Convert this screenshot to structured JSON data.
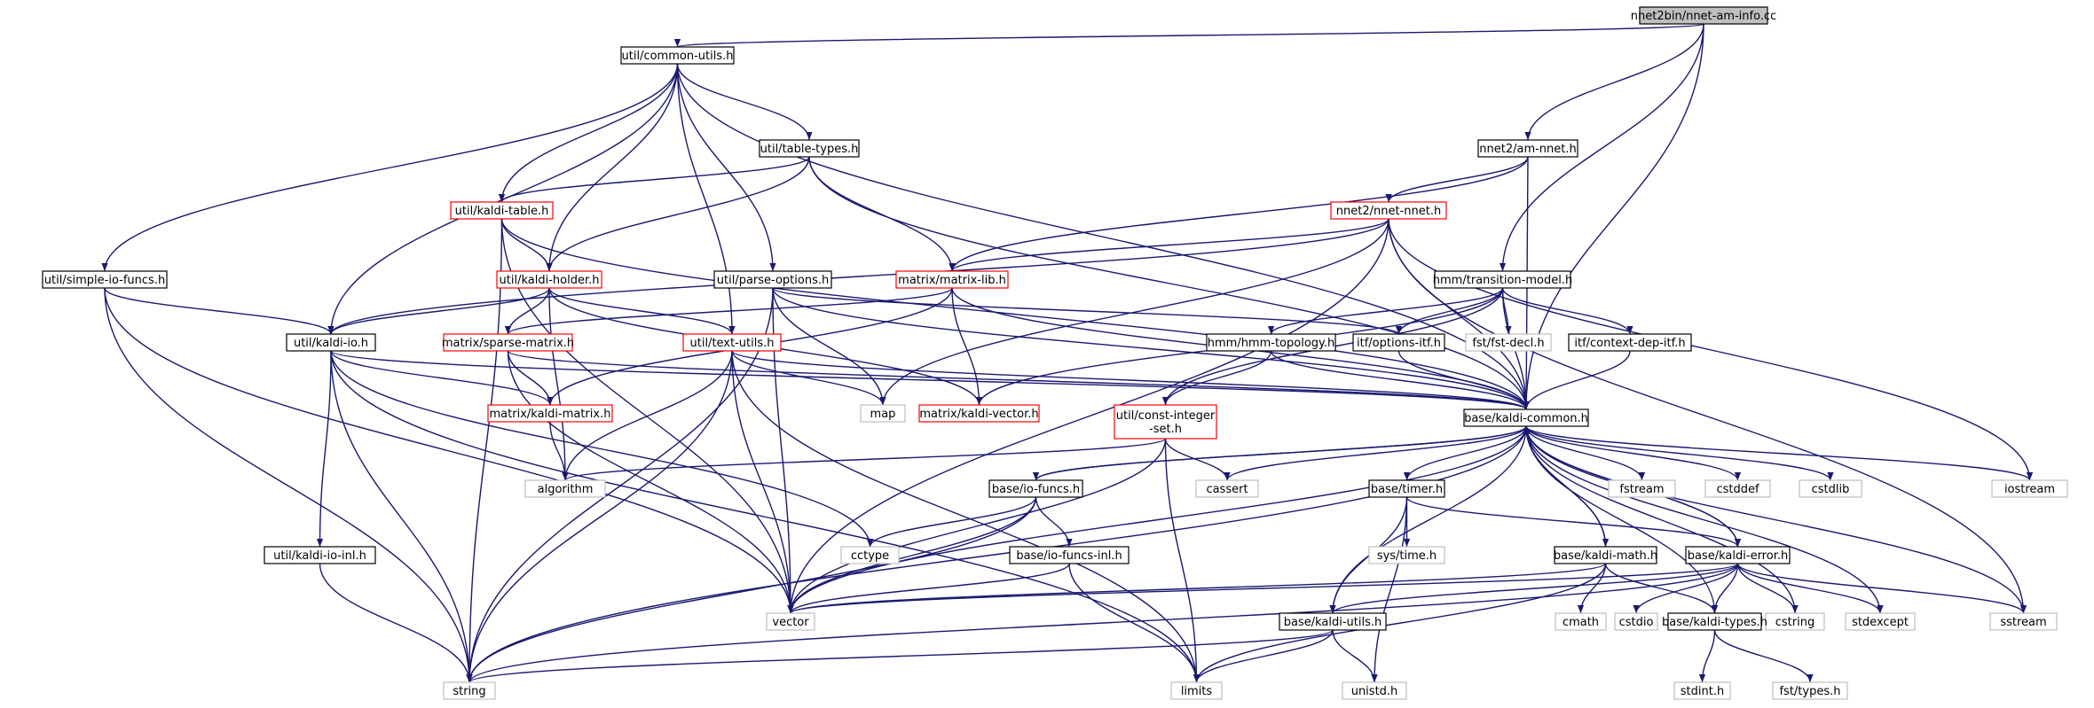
{
  "colors": {
    "edge": "#191970",
    "border_normal": "#000000",
    "border_red": "#ff0000",
    "border_system": "#bfbfbf",
    "fill_root": "#bfbfbf",
    "fill": "#ffffff"
  },
  "nodes": [
    {
      "id": "root",
      "label": "nnet2bin/nnet-am-info.cc",
      "kind": "root"
    },
    {
      "id": "common_utils",
      "label": "util/common-utils.h",
      "kind": "normal"
    },
    {
      "id": "table_types",
      "label": "util/table-types.h",
      "kind": "normal"
    },
    {
      "id": "am_nnet",
      "label": "nnet2/am-nnet.h",
      "kind": "normal"
    },
    {
      "id": "kaldi_table",
      "label": "util/kaldi-table.h",
      "kind": "red"
    },
    {
      "id": "nnet_nnet",
      "label": "nnet2/nnet-nnet.h",
      "kind": "red"
    },
    {
      "id": "simple_io",
      "label": "util/simple-io-funcs.h",
      "kind": "normal"
    },
    {
      "id": "kaldi_holder",
      "label": "util/kaldi-holder.h",
      "kind": "red"
    },
    {
      "id": "parse_options",
      "label": "util/parse-options.h",
      "kind": "normal"
    },
    {
      "id": "matrix_lib",
      "label": "matrix/matrix-lib.h",
      "kind": "red"
    },
    {
      "id": "transition_model",
      "label": "hmm/transition-model.h",
      "kind": "normal"
    },
    {
      "id": "kaldi_io",
      "label": "util/kaldi-io.h",
      "kind": "normal"
    },
    {
      "id": "sparse_matrix",
      "label": "matrix/sparse-matrix.h",
      "kind": "red"
    },
    {
      "id": "text_utils",
      "label": "util/text-utils.h",
      "kind": "red"
    },
    {
      "id": "hmm_topology",
      "label": "hmm/hmm-topology.h",
      "kind": "normal"
    },
    {
      "id": "options_itf",
      "label": "itf/options-itf.h",
      "kind": "normal"
    },
    {
      "id": "fst_decl",
      "label": "fst/fst-decl.h",
      "kind": "system"
    },
    {
      "id": "context_dep_itf",
      "label": "itf/context-dep-itf.h",
      "kind": "normal"
    },
    {
      "id": "kaldi_matrix",
      "label": "matrix/kaldi-matrix.h",
      "kind": "red"
    },
    {
      "id": "map",
      "label": "map",
      "kind": "system"
    },
    {
      "id": "kaldi_vector",
      "label": "matrix/kaldi-vector.h",
      "kind": "red"
    },
    {
      "id": "const_integer_set",
      "label": "util/const-integer\n-set.h",
      "kind": "red"
    },
    {
      "id": "kaldi_common",
      "label": "base/kaldi-common.h",
      "kind": "normal"
    },
    {
      "id": "algorithm",
      "label": "algorithm",
      "kind": "system"
    },
    {
      "id": "cassert",
      "label": "cassert",
      "kind": "system"
    },
    {
      "id": "io_funcs",
      "label": "base/io-funcs.h",
      "kind": "normal"
    },
    {
      "id": "timer",
      "label": "base/timer.h",
      "kind": "normal"
    },
    {
      "id": "fstream",
      "label": "fstream",
      "kind": "system"
    },
    {
      "id": "cstddef",
      "label": "cstddef",
      "kind": "system"
    },
    {
      "id": "cstdlib",
      "label": "cstdlib",
      "kind": "system"
    },
    {
      "id": "iostream",
      "label": "iostream",
      "kind": "system"
    },
    {
      "id": "kaldi_io_inl",
      "label": "util/kaldi-io-inl.h",
      "kind": "normal"
    },
    {
      "id": "cctype",
      "label": "cctype",
      "kind": "system"
    },
    {
      "id": "io_funcs_inl",
      "label": "base/io-funcs-inl.h",
      "kind": "normal"
    },
    {
      "id": "sys_time",
      "label": "sys/time.h",
      "kind": "system"
    },
    {
      "id": "kaldi_math",
      "label": "base/kaldi-math.h",
      "kind": "normal"
    },
    {
      "id": "kaldi_error",
      "label": "base/kaldi-error.h",
      "kind": "normal"
    },
    {
      "id": "vector",
      "label": "vector",
      "kind": "system"
    },
    {
      "id": "kaldi_utils",
      "label": "base/kaldi-utils.h",
      "kind": "normal"
    },
    {
      "id": "cmath",
      "label": "cmath",
      "kind": "system"
    },
    {
      "id": "cstdio",
      "label": "cstdio",
      "kind": "system"
    },
    {
      "id": "cstring",
      "label": "cstring",
      "kind": "system"
    },
    {
      "id": "kaldi_types",
      "label": "base/kaldi-types.h",
      "kind": "normal"
    },
    {
      "id": "stdexcept",
      "label": "stdexcept",
      "kind": "system"
    },
    {
      "id": "sstream",
      "label": "sstream",
      "kind": "system"
    },
    {
      "id": "string",
      "label": "string",
      "kind": "system"
    },
    {
      "id": "limits",
      "label": "limits",
      "kind": "system"
    },
    {
      "id": "unistd",
      "label": "unistd.h",
      "kind": "system"
    },
    {
      "id": "stdint",
      "label": "stdint.h",
      "kind": "system"
    },
    {
      "id": "fst_types",
      "label": "fst/types.h",
      "kind": "system"
    }
  ],
  "edges": [
    [
      "root",
      "common_utils"
    ],
    [
      "root",
      "am_nnet"
    ],
    [
      "root",
      "transition_model"
    ],
    [
      "root",
      "kaldi_common"
    ],
    [
      "common_utils",
      "table_types"
    ],
    [
      "common_utils",
      "kaldi_table"
    ],
    [
      "common_utils",
      "simple_io"
    ],
    [
      "common_utils",
      "kaldi_holder"
    ],
    [
      "common_utils",
      "parse_options"
    ],
    [
      "common_utils",
      "kaldi_io"
    ],
    [
      "common_utils",
      "text_utils"
    ],
    [
      "common_utils",
      "kaldi_common"
    ],
    [
      "table_types",
      "kaldi_table"
    ],
    [
      "table_types",
      "kaldi_holder"
    ],
    [
      "table_types",
      "matrix_lib"
    ],
    [
      "table_types",
      "kaldi_common"
    ],
    [
      "am_nnet",
      "nnet_nnet"
    ],
    [
      "am_nnet",
      "matrix_lib"
    ],
    [
      "am_nnet",
      "kaldi_common"
    ],
    [
      "kaldi_table",
      "kaldi_holder"
    ],
    [
      "kaldi_table",
      "string"
    ],
    [
      "kaldi_table",
      "vector"
    ],
    [
      "kaldi_table",
      "kaldi_common"
    ],
    [
      "nnet_nnet",
      "matrix_lib"
    ],
    [
      "nnet_nnet",
      "kaldi_io"
    ],
    [
      "nnet_nnet",
      "map"
    ],
    [
      "nnet_nnet",
      "vector"
    ],
    [
      "nnet_nnet",
      "iostream"
    ],
    [
      "nnet_nnet",
      "sstream"
    ],
    [
      "nnet_nnet",
      "kaldi_common"
    ],
    [
      "simple_io",
      "kaldi_io"
    ],
    [
      "simple_io",
      "string"
    ],
    [
      "simple_io",
      "vector"
    ],
    [
      "kaldi_holder",
      "kaldi_io"
    ],
    [
      "kaldi_holder",
      "text_utils"
    ],
    [
      "kaldi_holder",
      "sparse_matrix"
    ],
    [
      "kaldi_holder",
      "kaldi_vector"
    ],
    [
      "kaldi_holder",
      "algorithm"
    ],
    [
      "parse_options",
      "options_itf"
    ],
    [
      "parse_options",
      "kaldi_common"
    ],
    [
      "parse_options",
      "map"
    ],
    [
      "parse_options",
      "vector"
    ],
    [
      "parse_options",
      "string"
    ],
    [
      "matrix_lib",
      "sparse_matrix"
    ],
    [
      "matrix_lib",
      "kaldi_matrix"
    ],
    [
      "matrix_lib",
      "kaldi_vector"
    ],
    [
      "matrix_lib",
      "kaldi_common"
    ],
    [
      "transition_model",
      "hmm_topology"
    ],
    [
      "transition_model",
      "options_itf"
    ],
    [
      "transition_model",
      "fst_decl"
    ],
    [
      "transition_model",
      "context_dep_itf"
    ],
    [
      "transition_model",
      "const_integer_set"
    ],
    [
      "transition_model",
      "kaldi_vector"
    ],
    [
      "transition_model",
      "kaldi_common"
    ],
    [
      "kaldi_io",
      "kaldi_io_inl"
    ],
    [
      "kaldi_io",
      "kaldi_matrix"
    ],
    [
      "kaldi_io",
      "string"
    ],
    [
      "kaldi_io",
      "limits"
    ],
    [
      "kaldi_io",
      "cctype"
    ],
    [
      "kaldi_io",
      "kaldi_common"
    ],
    [
      "sparse_matrix",
      "kaldi_matrix"
    ],
    [
      "sparse_matrix",
      "kaldi_common"
    ],
    [
      "sparse_matrix",
      "vector"
    ],
    [
      "text_utils",
      "map"
    ],
    [
      "text_utils",
      "algorithm"
    ],
    [
      "text_utils",
      "string"
    ],
    [
      "text_utils",
      "vector"
    ],
    [
      "text_utils",
      "limits"
    ],
    [
      "text_utils",
      "kaldi_common"
    ],
    [
      "hmm_topology",
      "const_integer_set"
    ],
    [
      "hmm_topology",
      "kaldi_common"
    ],
    [
      "options_itf",
      "kaldi_common"
    ],
    [
      "context_dep_itf",
      "kaldi_common"
    ],
    [
      "kaldi_matrix",
      "algorithm"
    ],
    [
      "const_integer_set",
      "algorithm"
    ],
    [
      "const_integer_set",
      "cassert"
    ],
    [
      "const_integer_set",
      "limits"
    ],
    [
      "const_integer_set",
      "vector"
    ],
    [
      "kaldi_common",
      "io_funcs"
    ],
    [
      "kaldi_common",
      "timer"
    ],
    [
      "kaldi_common",
      "kaldi_math"
    ],
    [
      "kaldi_common",
      "kaldi_error"
    ],
    [
      "kaldi_common",
      "kaldi_utils"
    ],
    [
      "kaldi_common",
      "kaldi_types"
    ],
    [
      "kaldi_common",
      "cassert"
    ],
    [
      "kaldi_common",
      "fstream"
    ],
    [
      "kaldi_common",
      "cstddef"
    ],
    [
      "kaldi_common",
      "cstdlib"
    ],
    [
      "kaldi_common",
      "iostream"
    ],
    [
      "kaldi_common",
      "cstring"
    ],
    [
      "kaldi_common",
      "stdexcept"
    ],
    [
      "kaldi_common",
      "sstream"
    ],
    [
      "kaldi_common",
      "string"
    ],
    [
      "kaldi_common",
      "vector"
    ],
    [
      "io_funcs",
      "io_funcs_inl"
    ],
    [
      "io_funcs",
      "cctype"
    ],
    [
      "io_funcs",
      "vector"
    ],
    [
      "io_funcs",
      "string"
    ],
    [
      "io_funcs",
      "kaldi_common"
    ],
    [
      "timer",
      "sys_time"
    ],
    [
      "timer",
      "kaldi_utils"
    ],
    [
      "timer",
      "kaldi_error"
    ],
    [
      "timer",
      "unistd"
    ],
    [
      "kaldi_io_inl",
      "string"
    ],
    [
      "io_funcs_inl",
      "vector"
    ],
    [
      "io_funcs_inl",
      "limits"
    ],
    [
      "kaldi_math",
      "cmath"
    ],
    [
      "kaldi_math",
      "limits"
    ],
    [
      "kaldi_math",
      "vector"
    ],
    [
      "kaldi_math",
      "kaldi_types"
    ],
    [
      "kaldi_math",
      "kaldi_common"
    ],
    [
      "kaldi_error",
      "kaldi_types"
    ],
    [
      "kaldi_error",
      "kaldi_utils"
    ],
    [
      "kaldi_error",
      "cstdio"
    ],
    [
      "kaldi_error",
      "cstring"
    ],
    [
      "kaldi_error",
      "stdexcept"
    ],
    [
      "kaldi_error",
      "sstream"
    ],
    [
      "kaldi_error",
      "string"
    ],
    [
      "kaldi_error",
      "vector"
    ],
    [
      "kaldi_error",
      "kaldi_common"
    ],
    [
      "kaldi_utils",
      "string"
    ],
    [
      "kaldi_utils",
      "limits"
    ],
    [
      "kaldi_utils",
      "unistd"
    ],
    [
      "kaldi_types",
      "stdint"
    ],
    [
      "kaldi_types",
      "fst_types"
    ]
  ]
}
